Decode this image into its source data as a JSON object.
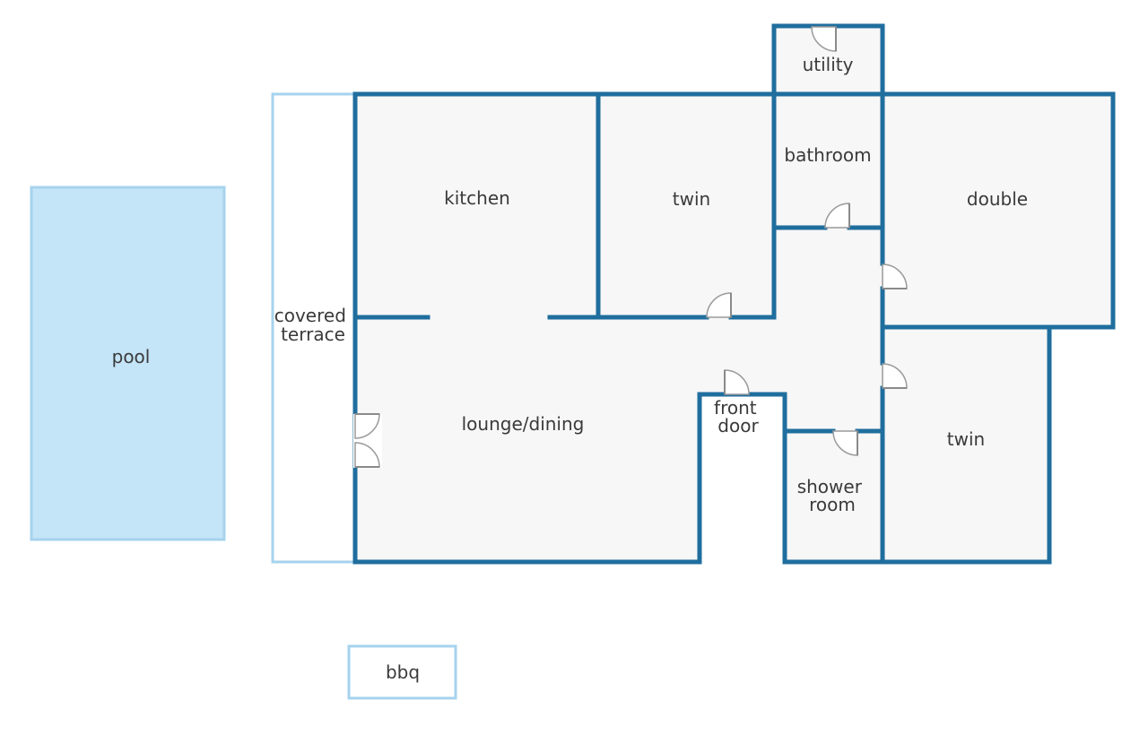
{
  "rooms": {
    "pool": "pool",
    "covered_terrace": [
      "covered",
      "terrace"
    ],
    "kitchen": "kitchen",
    "twin_top": "twin",
    "bathroom": "bathroom",
    "utility": "utility",
    "double": "double",
    "lounge_dining": "lounge/dining",
    "front_door": [
      "front",
      "door"
    ],
    "shower_room": [
      "shower",
      "room"
    ],
    "twin_bottom": "twin",
    "bbq": "bbq"
  },
  "colors": {
    "wall": "#1f6e9e",
    "outline_light": "#a6d3ee",
    "pool_fill": "#c4e4f7",
    "floor": "#f7f7f7",
    "door_line": "#8a8a8a"
  }
}
